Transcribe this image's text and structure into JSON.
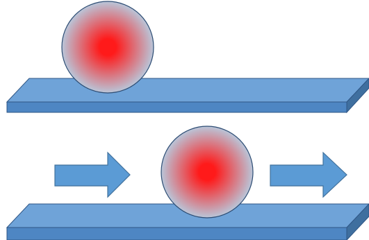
{
  "diagram": {
    "panels": [
      {
        "id": "static",
        "ball": {
          "state": "at rest"
        },
        "arrows": []
      },
      {
        "id": "rolling",
        "ball": {
          "state": "moving"
        },
        "arrows": [
          {
            "direction": "right"
          },
          {
            "direction": "right"
          }
        ]
      }
    ],
    "colors": {
      "background": "#ffffff",
      "plank_top": "#6fa3d8",
      "plank_front": "#4e86c3",
      "plank_side": "#3f6f9f",
      "plank_stroke": "#2f5685",
      "ball_center": "#ff1a1a",
      "ball_edge": "#b9c6d9",
      "ball_stroke": "#2d4b72",
      "arrow_fill": "#5b9bd5",
      "arrow_stroke": "#41719c"
    },
    "icons": {
      "ball": "sphere-icon",
      "plank": "board-icon",
      "motion_arrow": "arrow-right-icon"
    }
  }
}
